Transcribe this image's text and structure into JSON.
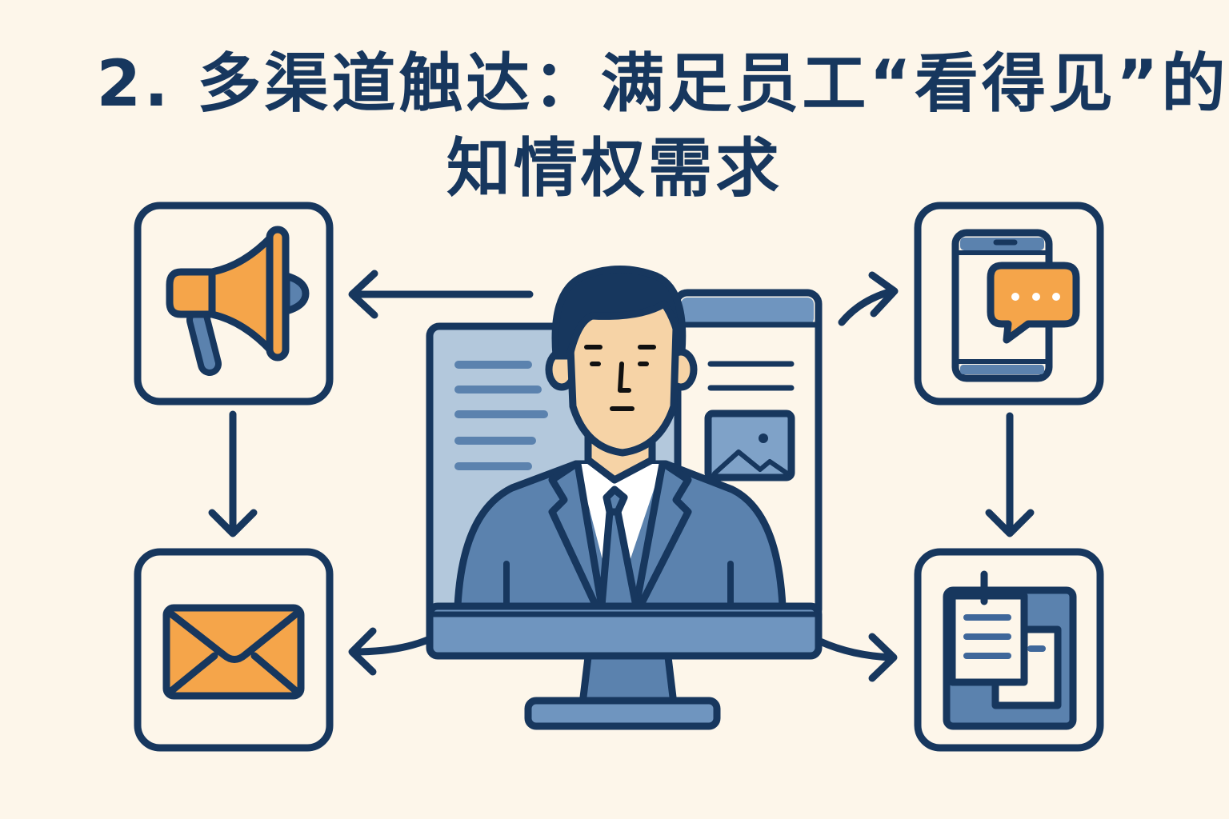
{
  "title": {
    "line1": "2. 多渠道触达：满足员工“看得见”的",
    "line2": "知情权需求"
  },
  "colors": {
    "background": "#fdf6ea",
    "navy": "#17375e",
    "mid_blue": "#5b82ae",
    "light_blue": "#b3c8dc",
    "orange": "#f5a54a",
    "skin": "#f6d3a6"
  },
  "nodes": [
    {
      "id": "broadcast",
      "icon": "megaphone-icon",
      "position": "top-left"
    },
    {
      "id": "mobile-message",
      "icon": "phone-chat-icon",
      "position": "top-right"
    },
    {
      "id": "email",
      "icon": "envelope-icon",
      "position": "bottom-left"
    },
    {
      "id": "bulletin-board",
      "icon": "notice-board-icon",
      "position": "bottom-right"
    },
    {
      "id": "center",
      "icon": "monitor-presenter-icon",
      "position": "center"
    }
  ],
  "edges": [
    {
      "from": "center",
      "to": "broadcast"
    },
    {
      "from": "center",
      "to": "mobile-message"
    },
    {
      "from": "center",
      "to": "email"
    },
    {
      "from": "center",
      "to": "bulletin-board"
    },
    {
      "from": "broadcast",
      "to": "email"
    },
    {
      "from": "mobile-message",
      "to": "bulletin-board"
    }
  ]
}
